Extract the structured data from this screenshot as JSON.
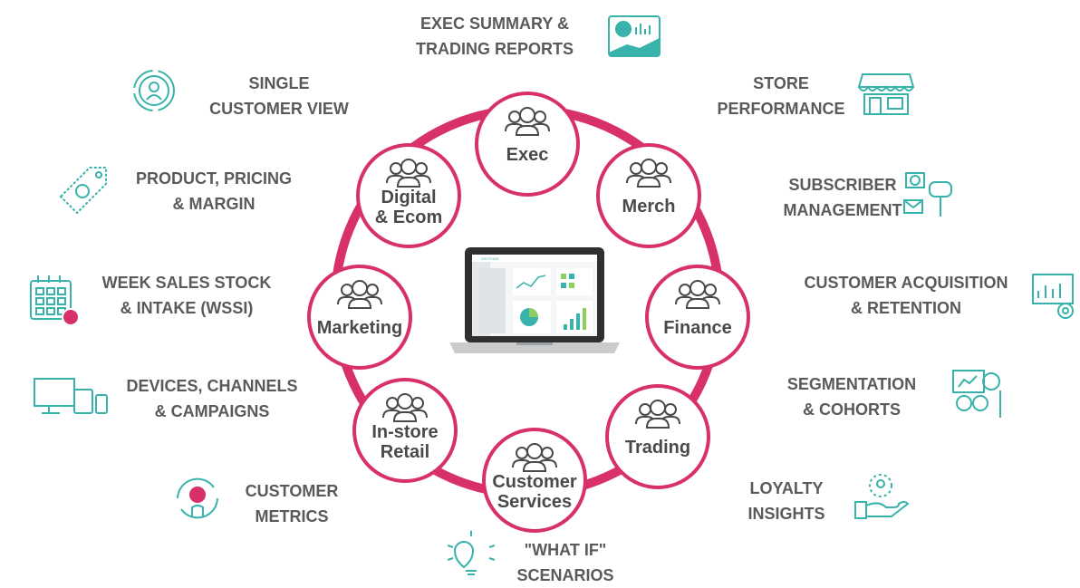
{
  "colors": {
    "ring": "#d8306b",
    "teal": "#38b3ac",
    "text": "#5a5a5a",
    "node_text": "#4a4a4a"
  },
  "center_image": {
    "brand_text": "DATITUDE"
  },
  "nodes": [
    {
      "label": [
        "Exec"
      ]
    },
    {
      "label": [
        "Merch"
      ]
    },
    {
      "label": [
        "Finance"
      ]
    },
    {
      "label": [
        "Trading"
      ]
    },
    {
      "label": [
        "Customer",
        "Services"
      ]
    },
    {
      "label": [
        "In-store",
        "Retail"
      ]
    },
    {
      "label": [
        "Marketing"
      ]
    },
    {
      "label": [
        "Digital",
        "& Ecom"
      ]
    }
  ],
  "features": [
    {
      "lines": [
        "EXEC SUMMARY &",
        "TRADING REPORTS"
      ],
      "icon": "report-dashboard-icon"
    },
    {
      "lines": [
        "STORE",
        "PERFORMANCE"
      ],
      "icon": "store-icon"
    },
    {
      "lines": [
        "SUBSCRIBER",
        "MANAGEMENT"
      ],
      "icon": "subscriber-mail-icon"
    },
    {
      "lines": [
        "CUSTOMER ACQUISITION",
        "& RETENTION"
      ],
      "icon": "presentation-gear-icon"
    },
    {
      "lines": [
        "SEGMENTATION",
        "& COHORTS"
      ],
      "icon": "cohort-people-icon"
    },
    {
      "lines": [
        "LOYALTY",
        "INSIGHTS"
      ],
      "icon": "hand-user-icon"
    },
    {
      "lines": [
        "\"WHAT IF\"",
        "SCENARIOS"
      ],
      "icon": "lightbulb-icon"
    },
    {
      "lines": [
        "CUSTOMER",
        "METRICS"
      ],
      "icon": "pound-cycle-head-icon"
    },
    {
      "lines": [
        "DEVICES, CHANNELS",
        "& CAMPAIGNS"
      ],
      "icon": "devices-icon"
    },
    {
      "lines": [
        "WEEK SALES STOCK",
        "& INTAKE (WSSI)"
      ],
      "icon": "calendar-pound-icon"
    },
    {
      "lines": [
        "PRODUCT, PRICING",
        "& MARGIN"
      ],
      "icon": "price-tag-icon"
    },
    {
      "lines": [
        "SINGLE",
        "CUSTOMER VIEW"
      ],
      "icon": "single-customer-cycle-icon"
    }
  ]
}
